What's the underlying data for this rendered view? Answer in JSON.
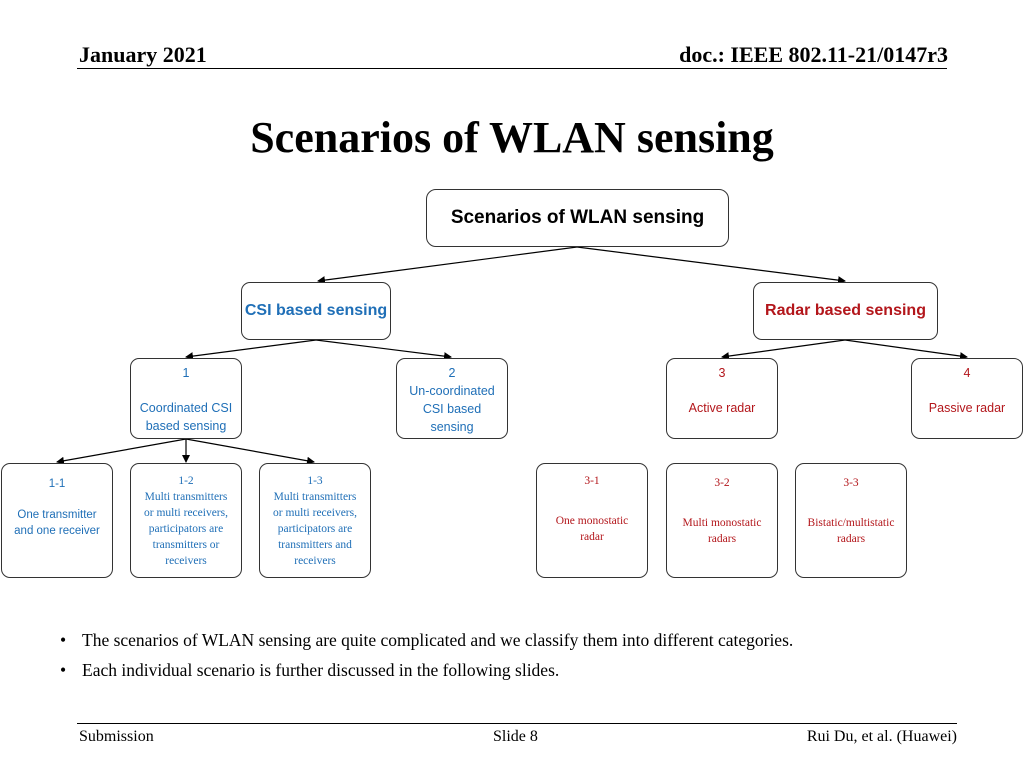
{
  "header": {
    "date": "January 2021",
    "doc": "doc.: IEEE 802.11-21/0147r3"
  },
  "title": "Scenarios of WLAN sensing",
  "diagram": {
    "root": "Scenarios of WLAN sensing",
    "csi": "CSI based sensing",
    "radar": "Radar based sensing",
    "n1": {
      "num": "1",
      "label": "Coordinated CSI based sensing"
    },
    "n2": {
      "num": "2",
      "label_l1": "Un-coordinated",
      "label_l2": "CSI based",
      "label_l3": "sensing"
    },
    "n3": {
      "num": "3",
      "label": "Active radar"
    },
    "n4": {
      "num": "4",
      "label": "Passive radar"
    },
    "n11": {
      "num": "1-1",
      "label_l1": "One transmitter",
      "label_l2": "and one receiver"
    },
    "n12": {
      "num": "1-2",
      "l1": "Multi transmitters",
      "l2": "or multi receivers,",
      "l3": "participators are",
      "l4": "transmitters or",
      "l5": "receivers"
    },
    "n13": {
      "num": "1-3",
      "l1": "Multi transmitters",
      "l2": "or multi receivers,",
      "l3": "participators are",
      "l4": "transmitters and",
      "l5": "receivers"
    },
    "n31": {
      "num": "3-1",
      "l1": "One monostatic",
      "l2": "radar"
    },
    "n32": {
      "num": "3-2",
      "l1": "Multi monostatic",
      "l2": "radars"
    },
    "n33": {
      "num": "3-3",
      "l1": "Bistatic/multistatic",
      "l2": "radars"
    },
    "colors": {
      "csi": "#1f6fb7",
      "radar": "#b3161b"
    }
  },
  "bullets": [
    "The scenarios of WLAN sensing are quite complicated and we classify them into different categories.",
    "Each individual scenario is further discussed in the following slides."
  ],
  "footer": {
    "left": "Submission",
    "center": "Slide 8",
    "right": "Rui Du, et al. (Huawei)"
  }
}
